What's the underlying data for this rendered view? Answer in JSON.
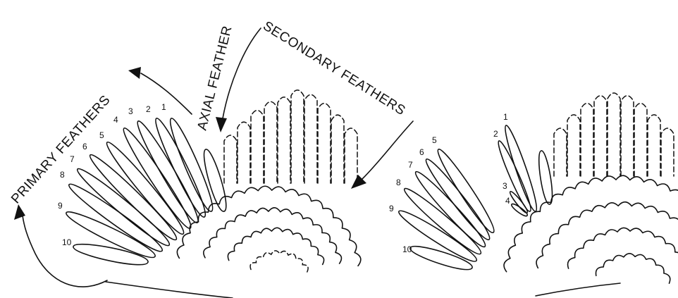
{
  "labels": {
    "primary": "PRIMARY FEATHERS",
    "axial": "AXIAL FEATHER",
    "secondary": "SECONDARY FEATHERS"
  },
  "left_wing": {
    "primary_numbers": [
      "1",
      "2",
      "3",
      "4",
      "5",
      "6",
      "7",
      "8",
      "9",
      "10"
    ]
  },
  "right_wing": {
    "primary_numbers": [
      "1",
      "2",
      "3",
      "4",
      "5",
      "6",
      "7",
      "8",
      "9",
      "10"
    ]
  },
  "colors": {
    "ink": "#111111",
    "background": "#ffffff"
  }
}
